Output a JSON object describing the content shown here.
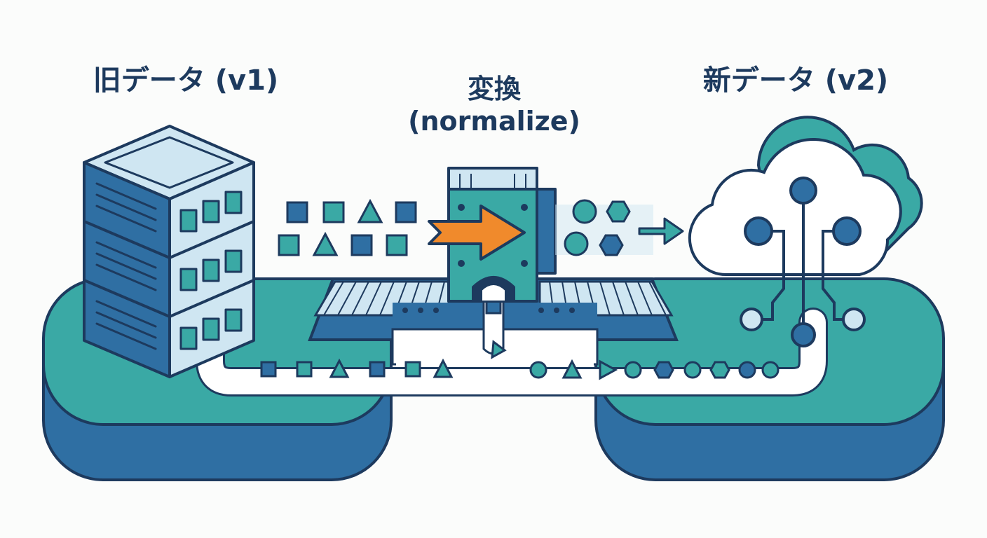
{
  "labels": {
    "old_data": "旧データ (v1)",
    "transform_title": "変換",
    "transform_subtitle": "(normalize)",
    "new_data": "新データ (v2)"
  },
  "icons": {
    "old_store": "server-rack-icon",
    "transformer": "machine-icon",
    "new_store": "cloud-network-icon"
  },
  "colors": {
    "navy": "#1d3a5e",
    "blue": "#2f6fa3",
    "teal": "#3aa9a5",
    "light": "#cfe6f2",
    "orange": "#f08a2c"
  }
}
